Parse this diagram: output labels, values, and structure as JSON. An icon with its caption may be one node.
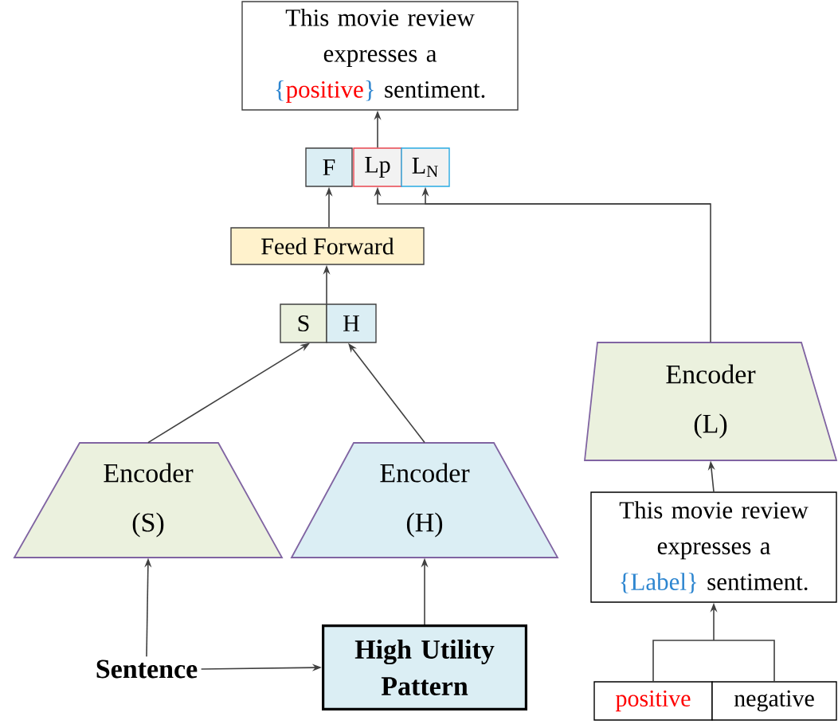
{
  "diagram": {
    "nodes": [
      {
        "text": [
          "This movie review expresses a",
          "{",
          "positive",
          "}",
          "sentiment."
        ]
      },
      {
        "text": [
          "F"
        ]
      },
      {
        "text": [
          "Lp"
        ]
      },
      {
        "text": [
          "L$_{N}$"
        ]
      },
      {
        "text": [
          "Feed Forward"
        ]
      },
      {
        "text": [
          "S"
        ]
      },
      {
        "text": [
          "H"
        ]
      },
      {
        "text": [
          "Encoder",
          "(S)"
        ]
      },
      {
        "text": [
          "Encoder",
          "(H)"
        ]
      },
      {
        "text": [
          "Sentence"
        ]
      },
      {
        "text": [
          "High Utility Pattern"
        ]
      },
      {
        "text": [
          "Encoder",
          "(L)"
        ]
      },
      {
        "text": [
          "This movie review expresses a",
          "{Label}",
          "sentiment."
        ]
      },
      {
        "text": [
          "positive"
        ]
      },
      {
        "text": [
          "negative"
        ]
      }
    ],
    "edges": [
      {
        "from": 2,
        "to": 0,
        "arrow": "to"
      },
      {
        "from": 4,
        "to": 1,
        "arrow": "to"
      },
      {
        "from": 5,
        "to": 4,
        "arrow": "to"
      },
      {
        "from": 6,
        "to": 4,
        "arrow": "to"
      },
      {
        "from": 7,
        "to": 5,
        "arrow": "to"
      },
      {
        "from": 8,
        "to": 6,
        "arrow": "to"
      },
      {
        "from": 9,
        "to": 7,
        "arrow": "to"
      },
      {
        "from": 9,
        "to": 10,
        "arrow": "to"
      },
      {
        "from": 10,
        "to": 8,
        "arrow": "to"
      },
      {
        "from": 12,
        "to": 11,
        "arrow": "to"
      },
      {
        "from": 11,
        "to": 2,
        "arrow": "to"
      },
      {
        "from": 11,
        "to": 3,
        "arrow": "to"
      },
      {
        "from": 13,
        "to": 12,
        "arrow": "to"
      },
      {
        "from": 14,
        "to": 12,
        "arrow": "to"
      }
    ]
  }
}
